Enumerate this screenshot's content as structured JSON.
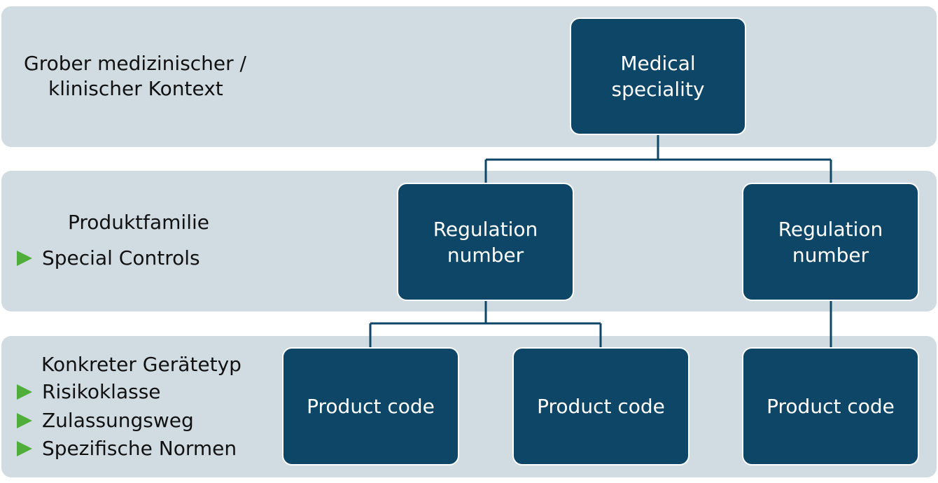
{
  "levels": {
    "top": {
      "label_line1": "Grober medizinischer /",
      "label_line2": "klinischer Kontext"
    },
    "middle": {
      "label": "Produktfamilie",
      "bullets": [
        "Special Controls"
      ]
    },
    "bottom": {
      "label": "Konkreter Gerätetyp",
      "bullets": [
        "Risikoklasse",
        "Zulassungsweg",
        "Spezifische Normen"
      ]
    }
  },
  "nodes": {
    "medical_speciality": "Medical\nspeciality",
    "regulation_number_left": "Regulation\nnumber",
    "regulation_number_right": "Regulation\nnumber",
    "product_code_1": "Product code",
    "product_code_2": "Product code",
    "product_code_3": "Product code"
  },
  "colors": {
    "band": "#d0dce2",
    "node_fill": "#0d4666",
    "bullet_arrow": "#4fae3a",
    "connector": "#0d4666"
  }
}
